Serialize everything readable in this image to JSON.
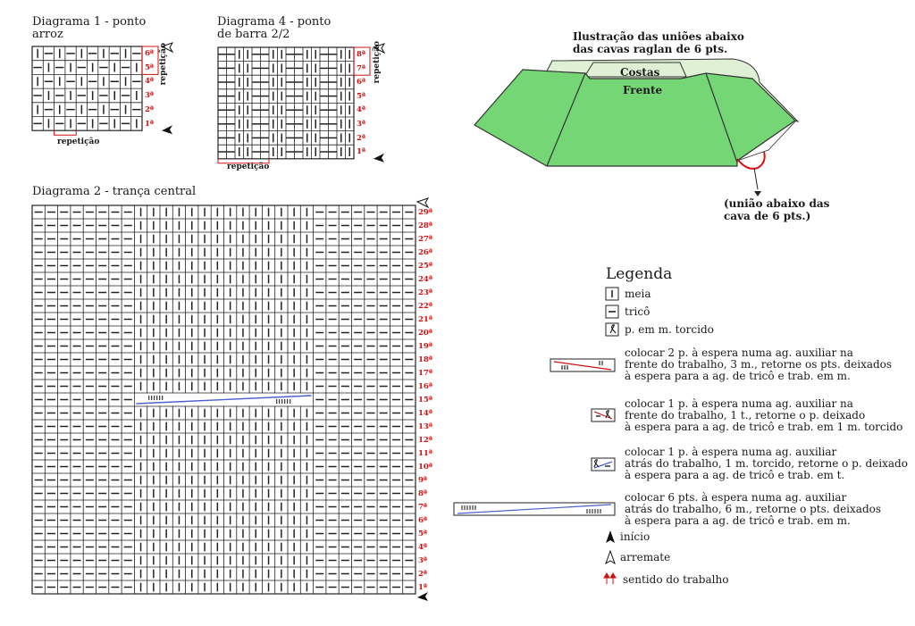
{
  "diagram1": {
    "title": "Diagrama 1 - ponto arroz",
    "title_line1": "Diagrama 1 - ponto",
    "title_line2": "arroz",
    "cols": 10,
    "rows": [
      [
        "I",
        "-",
        "I",
        "-",
        "I",
        "-",
        "I",
        "-",
        "I",
        "-"
      ],
      [
        "-",
        "I",
        "-",
        "I",
        "-",
        "I",
        "-",
        "I",
        "-",
        "I"
      ],
      [
        "I",
        "-",
        "I",
        "-",
        "I",
        "-",
        "I",
        "-",
        "I",
        "-"
      ],
      [
        "-",
        "I",
        "-",
        "I",
        "-",
        "I",
        "-",
        "I",
        "-",
        "I"
      ],
      [
        "I",
        "-",
        "I",
        "-",
        "I",
        "-",
        "I",
        "-",
        "I",
        "-"
      ],
      [
        "-",
        "I",
        "-",
        "I",
        "-",
        "I",
        "-",
        "I",
        "-",
        "I"
      ]
    ],
    "row_labels": [
      "6ª",
      "5ª",
      "4ª",
      "3ª",
      "2ª",
      "1ª"
    ],
    "repeat_h": "repetição",
    "repeat_v": "repetição"
  },
  "diagram4": {
    "title_line1": "Diagrama 4 - ponto",
    "title_line2": "de barra 2/2",
    "cols": 16,
    "row_labels": [
      "8ª",
      "7ª",
      "6ª",
      "5ª",
      "4ª",
      "3ª",
      "2ª",
      "1ª"
    ],
    "pattern": [
      "-",
      "-",
      "I",
      "I",
      "-",
      "-",
      "I",
      "I",
      "-",
      "-",
      "I",
      "I",
      "-",
      "-",
      "I",
      "I"
    ],
    "repeat_h": "repetição",
    "repeat_v": "repetição"
  },
  "diagram2": {
    "title": "Diagrama 2 - trança central",
    "cols": 30,
    "rows": 29,
    "row_labels": [
      "29ª",
      "28ª",
      "27ª",
      "26ª",
      "25ª",
      "24ª",
      "23ª",
      "22ª",
      "21ª",
      "20ª",
      "19ª",
      "18ª",
      "17ª",
      "16ª",
      "15ª",
      "14ª",
      "13ª",
      "12ª",
      "11ª",
      "10ª",
      "9ª",
      "8ª",
      "7ª",
      "6ª",
      "5ª",
      "4ª",
      "3ª",
      "2ª",
      "1ª"
    ],
    "pattern": [
      "-",
      "-",
      "-",
      "-",
      "-",
      "-",
      "-",
      "-",
      "I",
      "I",
      "I",
      "I",
      "I",
      "I",
      "I",
      "I",
      "I",
      "I",
      "I",
      "I",
      "I",
      "I",
      "-",
      "-",
      "-",
      "-",
      "-",
      "-",
      "-",
      "-"
    ],
    "cable_row": 15
  },
  "illustration": {
    "title_line1": "Ilustração das uniões abaixo",
    "title_line2": "das cavas raglan de 6 pts.",
    "back_label": "Costas",
    "front_label": "Frente",
    "note_line1": "(união abaixo das",
    "note_line2": "cava de 6 pts.)",
    "front_color": "#74d674",
    "back_color": "#dff0d4"
  },
  "legend": {
    "title": "Legenda",
    "items": [
      {
        "symbol": "meia",
        "text": "meia"
      },
      {
        "symbol": "trico",
        "text": "tricô"
      },
      {
        "symbol": "torcido",
        "text": "p. em m. torcido"
      }
    ],
    "cables": [
      {
        "line1": "colocar 2 p. à espera numa ag. auxiliar na",
        "line2": "frente do trabalho, 3 m., retorne os pts. deixados",
        "line3": "à espera para a ag. de tricô e trab. em m."
      },
      {
        "line1": "colocar 1 p. à espera numa ag. auxiliar na",
        "line2": "frente do trabalho, 1 t., retorne o p. deixado",
        "line3": "à espera para a ag. de tricô e trab. em 1 m. torcido"
      },
      {
        "line1": "colocar 1 p. à espera numa ag. auxiliar",
        "line2": "atrás do trabalho, 1 m. torcido, retorne o p. deixado",
        "line3": "à espera para a ag. de tricô e trab. em t."
      },
      {
        "line1": "colocar 6 pts. à espera numa ag. auxiliar",
        "line2": "atrás do trabalho, 6 m., retorne o pts. deixados",
        "line3": "à espera para a ag. de tricô e trab. em m."
      }
    ],
    "inicio": "início",
    "arremate": "arremate",
    "sentido": "sentido do trabalho",
    "red": "#d01010",
    "blue": "#4a5fd0"
  }
}
